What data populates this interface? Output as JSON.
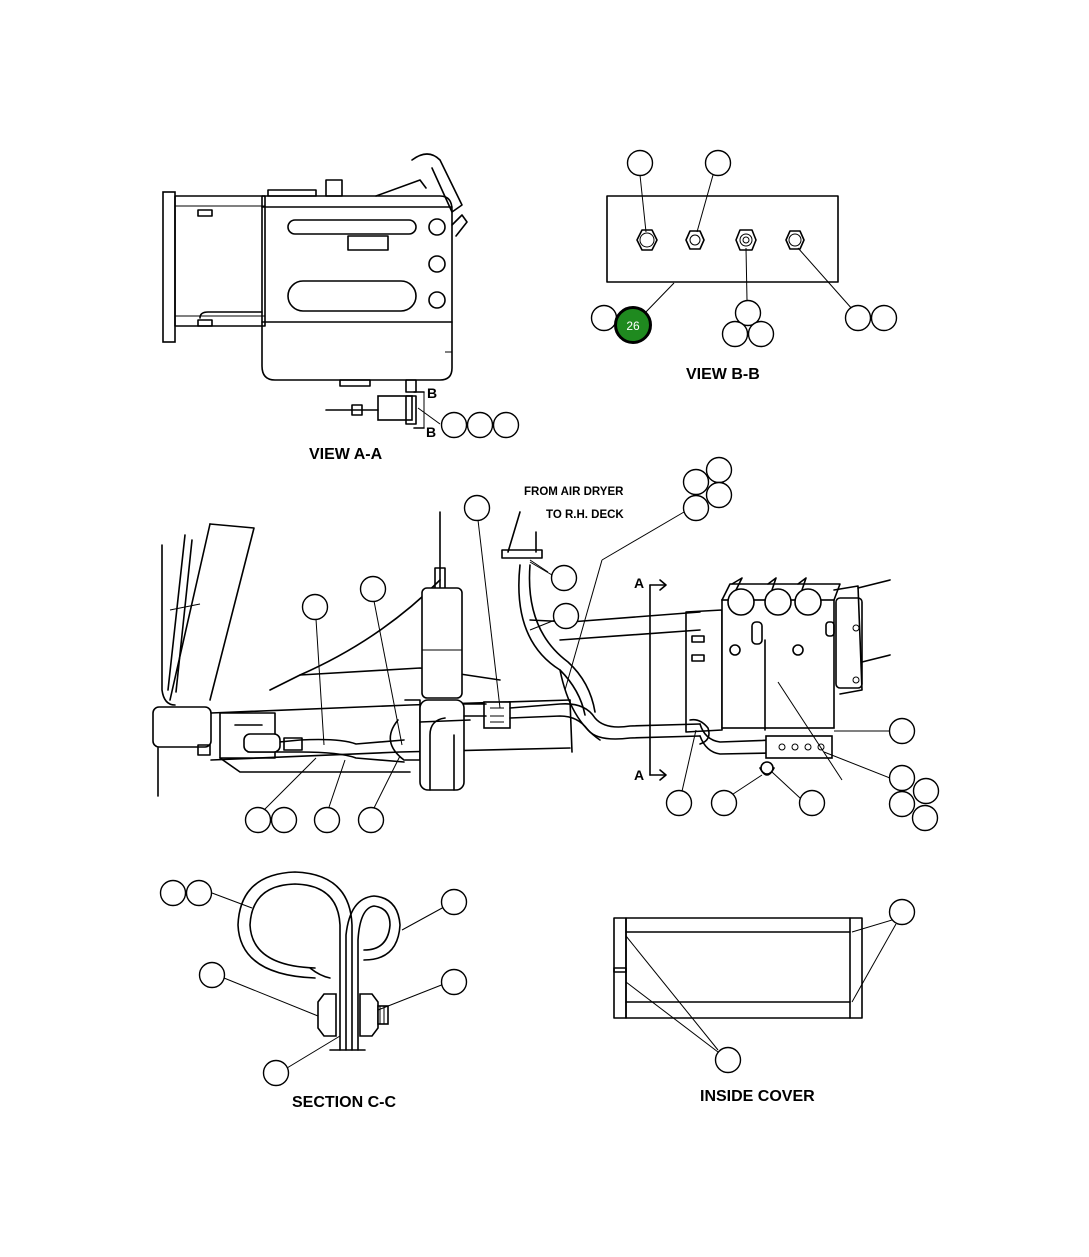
{
  "captions": {
    "view_aa": "VIEW A-A",
    "view_bb": "VIEW B-B",
    "section_cc": "SECTION C-C",
    "inside_cover": "INSIDE COVER"
  },
  "notes": {
    "from_air_dryer": "FROM AIR DRYER",
    "to_rh_deck": "TO R.H. DECK"
  },
  "section_marks": {
    "b_top": "B",
    "b_bottom": "B",
    "a_top": "A",
    "a_bottom": "A"
  },
  "callouts": {
    "highlighted_label": "26",
    "highlight_color": "#1f8a1f"
  }
}
